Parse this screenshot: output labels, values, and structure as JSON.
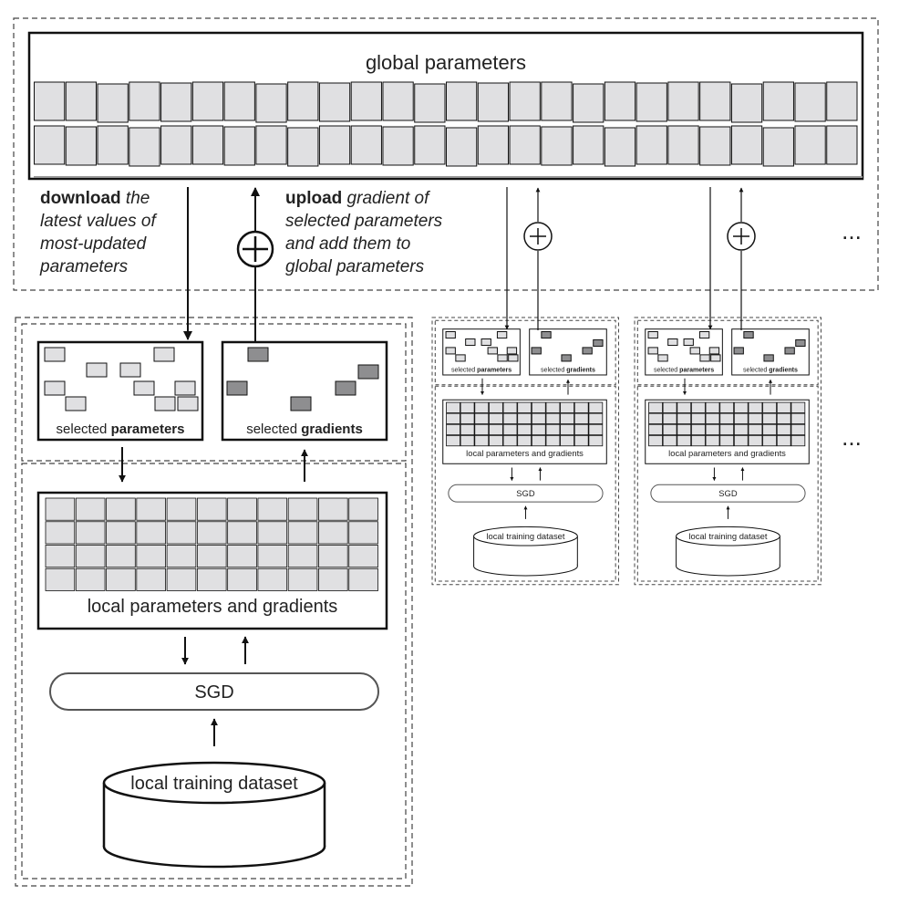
{
  "global": {
    "title": "global parameters"
  },
  "download": {
    "bold": "download",
    "text_1": " the",
    "text_2": "latest values of",
    "text_3": "most-updated",
    "text_4": "parameters"
  },
  "upload": {
    "bold": "upload",
    "text_1": " gradient of",
    "text_2": "selected parameters",
    "text_3": "and add them to",
    "text_4": "global parameters"
  },
  "plus_symbol": "+",
  "ellipsis": "...",
  "worker": {
    "selected_word": "selected",
    "parameters_word": "parameters",
    "gradients_word": "gradients",
    "local_label": "local parameters and gradients",
    "sgd_label": "SGD",
    "dataset_label": "local training dataset"
  },
  "colors": {
    "param_fill": "#e0e0e2",
    "gradient_fill": "#8e8e90",
    "stroke": "#111111",
    "dash": "#444444"
  }
}
